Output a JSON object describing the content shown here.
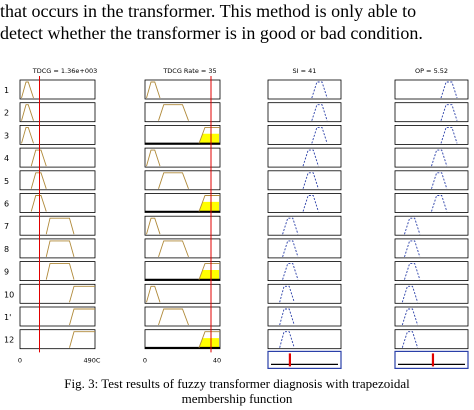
{
  "body_text": {
    "line1": "that occurs in the transformer. This method is only able to",
    "line2": "detect whether the transformer is in good or bad condition."
  },
  "figure": {
    "rule_numbers": [
      "1",
      "2",
      "3",
      "4",
      "5",
      "6",
      "7",
      "8",
      "9",
      "10",
      "1'",
      "12"
    ],
    "columns": [
      {
        "id": "tdcg",
        "header": "TDCG = 1.36e+003",
        "axis_min": "0",
        "axis_max": "490C",
        "marker": 0.26,
        "rules": [
          {
            "shape": [
              0.02,
              0.08,
              0.11,
              0.18
            ],
            "fill": 0
          },
          {
            "shape": [
              0.02,
              0.08,
              0.11,
              0.18
            ],
            "fill": 0
          },
          {
            "shape": [
              0.02,
              0.08,
              0.11,
              0.18
            ],
            "fill": 0
          },
          {
            "shape": [
              0.15,
              0.21,
              0.28,
              0.35
            ],
            "fill": 0
          },
          {
            "shape": [
              0.15,
              0.21,
              0.28,
              0.35
            ],
            "fill": 0
          },
          {
            "shape": [
              0.15,
              0.21,
              0.28,
              0.35
            ],
            "fill": 0
          },
          {
            "shape": [
              0.35,
              0.4,
              0.66,
              0.72
            ],
            "fill": 0
          },
          {
            "shape": [
              0.35,
              0.4,
              0.66,
              0.72
            ],
            "fill": 0
          },
          {
            "shape": [
              0.35,
              0.4,
              0.66,
              0.72
            ],
            "fill": 0
          },
          {
            "shape": [
              0.66,
              0.72,
              1.05,
              1.1
            ],
            "fill": 0
          },
          {
            "shape": [
              0.66,
              0.72,
              1.05,
              1.1
            ],
            "fill": 0
          },
          {
            "shape": [
              0.66,
              0.72,
              1.05,
              1.1
            ],
            "fill": 0
          }
        ]
      },
      {
        "id": "tdcg-rate",
        "header": "TDCG Rate = 35",
        "axis_min": "0",
        "axis_max": "40",
        "marker": 0.88,
        "rules": [
          {
            "shape": [
              0.02,
              0.08,
              0.13,
              0.2
            ],
            "fill": 0
          },
          {
            "shape": [
              0.18,
              0.25,
              0.5,
              0.58
            ],
            "fill": 0
          },
          {
            "shape": [
              0.72,
              0.8,
              1.05,
              1.1
            ],
            "fill": 0.6
          },
          {
            "shape": [
              0.02,
              0.08,
              0.13,
              0.2
            ],
            "fill": 0
          },
          {
            "shape": [
              0.18,
              0.25,
              0.5,
              0.58
            ],
            "fill": 0
          },
          {
            "shape": [
              0.72,
              0.8,
              1.05,
              1.1
            ],
            "fill": 0.6
          },
          {
            "shape": [
              0.02,
              0.08,
              0.13,
              0.2
            ],
            "fill": 0
          },
          {
            "shape": [
              0.18,
              0.25,
              0.5,
              0.58
            ],
            "fill": 0
          },
          {
            "shape": [
              0.72,
              0.8,
              1.05,
              1.1
            ],
            "fill": 0.6
          },
          {
            "shape": [
              0.02,
              0.08,
              0.13,
              0.2
            ],
            "fill": 0
          },
          {
            "shape": [
              0.18,
              0.25,
              0.5,
              0.58
            ],
            "fill": 0
          },
          {
            "shape": [
              0.72,
              0.8,
              1.05,
              1.1
            ],
            "fill": 0.6
          }
        ]
      },
      {
        "id": "si",
        "header": "SI = 41",
        "output_marker": 0.3,
        "rules": [
          {
            "shape": [
              0.6,
              0.67,
              0.74,
              0.81
            ]
          },
          {
            "shape": [
              0.6,
              0.67,
              0.74,
              0.81
            ]
          },
          {
            "shape": [
              0.6,
              0.67,
              0.74,
              0.81
            ]
          },
          {
            "shape": [
              0.48,
              0.55,
              0.62,
              0.69
            ]
          },
          {
            "shape": [
              0.48,
              0.55,
              0.62,
              0.69
            ]
          },
          {
            "shape": [
              0.48,
              0.55,
              0.62,
              0.69
            ]
          },
          {
            "shape": [
              0.2,
              0.27,
              0.34,
              0.41
            ]
          },
          {
            "shape": [
              0.2,
              0.27,
              0.34,
              0.41
            ]
          },
          {
            "shape": [
              0.2,
              0.27,
              0.34,
              0.41
            ]
          },
          {
            "shape": [
              0.16,
              0.22,
              0.29,
              0.36
            ]
          },
          {
            "shape": [
              0.16,
              0.22,
              0.29,
              0.36
            ]
          },
          {
            "shape": [
              0.16,
              0.22,
              0.29,
              0.36
            ]
          }
        ]
      },
      {
        "id": "op",
        "header": "OP = 5.52",
        "output_marker": 0.52,
        "rules": [
          {
            "shape": [
              0.63,
              0.7,
              0.78,
              0.85
            ]
          },
          {
            "shape": [
              0.63,
              0.7,
              0.78,
              0.85
            ]
          },
          {
            "shape": [
              0.63,
              0.7,
              0.78,
              0.85
            ]
          },
          {
            "shape": [
              0.5,
              0.57,
              0.64,
              0.71
            ]
          },
          {
            "shape": [
              0.5,
              0.57,
              0.64,
              0.71
            ]
          },
          {
            "shape": [
              0.5,
              0.57,
              0.64,
              0.71
            ]
          },
          {
            "shape": [
              0.13,
              0.2,
              0.27,
              0.34
            ]
          },
          {
            "shape": [
              0.13,
              0.2,
              0.27,
              0.34
            ]
          },
          {
            "shape": [
              0.13,
              0.2,
              0.27,
              0.34
            ]
          },
          {
            "shape": [
              0.1,
              0.17,
              0.24,
              0.31
            ]
          },
          {
            "shape": [
              0.1,
              0.17,
              0.24,
              0.31
            ]
          },
          {
            "shape": [
              0.1,
              0.17,
              0.24,
              0.31
            ]
          }
        ]
      }
    ],
    "colors": {
      "input_mf": "#b08a3a",
      "output_mf": "#2a3fa8",
      "marker": "#e00000",
      "fill": "#ffff00",
      "output_frame": "#2a3fa8",
      "box_border": "#000000"
    }
  },
  "caption": {
    "line1": "Fig. 3: Test results of fuzzy transformer diagnosis with trapezoidal",
    "line2": "membership function"
  }
}
